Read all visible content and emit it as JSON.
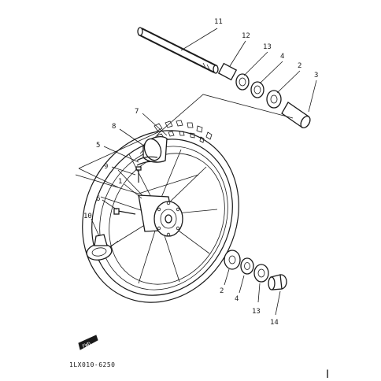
{
  "diagram": {
    "part_labels": {
      "p1": "1",
      "p2a": "2",
      "p2b": "2",
      "p3": "3",
      "p4a": "4",
      "p4b": "4",
      "p5": "5",
      "p6": "6",
      "p7": "7",
      "p8": "8",
      "p9": "9",
      "p10": "10",
      "p11": "11",
      "p12": "12",
      "p13a": "13",
      "p13b": "13",
      "p14": "14"
    },
    "fwd_badge": "FWD",
    "drawing_code": "1LX010-6250",
    "corner_mark": "I"
  }
}
